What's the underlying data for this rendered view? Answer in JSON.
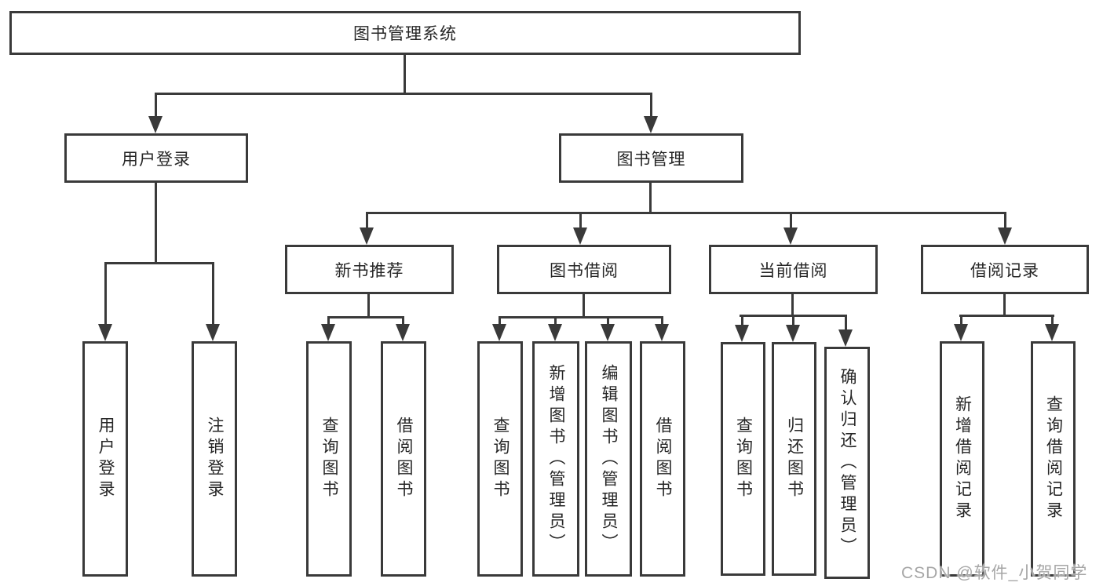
{
  "diagram": {
    "title": "图书管理系统",
    "branches": {
      "user_login": {
        "label": "用户登录",
        "children": {
          "login": {
            "label": "用户登录"
          },
          "logout": {
            "label": "注销登录"
          }
        }
      },
      "book_mgmt": {
        "label": "图书管理",
        "children": {
          "new_books": {
            "label": "新书推荐",
            "children": {
              "query": {
                "label": "查询图书"
              },
              "borrow": {
                "label": "借阅图书"
              }
            }
          },
          "book_borrow": {
            "label": "图书借阅",
            "children": {
              "query": {
                "label": "查询图书"
              },
              "add": {
                "label": "新增图书（管理员）"
              },
              "edit": {
                "label": "编辑图书（管理员）"
              },
              "borrow": {
                "label": "借阅图书"
              }
            }
          },
          "current_borrow": {
            "label": "当前借阅",
            "children": {
              "query": {
                "label": "查询图书"
              },
              "return": {
                "label": "归还图书"
              },
              "confirm": {
                "label": "确认归还（管理员）"
              }
            }
          },
          "borrow_records": {
            "label": "借阅记录",
            "children": {
              "add": {
                "label": "新增借阅记录"
              },
              "query": {
                "label": "查询借阅记录"
              }
            }
          }
        }
      }
    }
  },
  "watermark": {
    "text": "CSDN @软件_小贺同学"
  },
  "colors": {
    "line": "#3a3a3a",
    "text": "#262626",
    "background": "#ffffff",
    "watermark": "#a6a6a6"
  }
}
